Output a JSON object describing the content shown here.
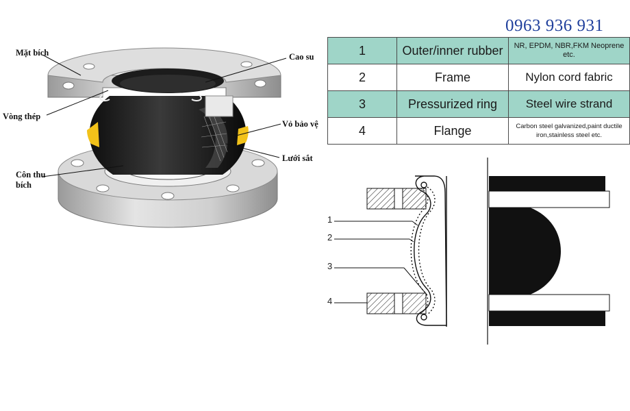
{
  "phone": "0963 936 931",
  "illustration": {
    "callouts": {
      "mat_bich": "Mặt bích",
      "cao_su": "Cao su",
      "vong_theo": "Vòng thép",
      "vo_bao_ve": "Vỏ bảo vệ",
      "luoi_sat": "Lưới sắt",
      "con_thu_bich": "Côn thu bích"
    }
  },
  "spec_table": {
    "rows": [
      {
        "no": "1",
        "component": "Outer/inner rubber",
        "material": "NR, EPDM, NBR,FKM Neoprene etc."
      },
      {
        "no": "2",
        "component": "Frame",
        "material": "Nylon cord fabric"
      },
      {
        "no": "3",
        "component": "Pressurized ring",
        "material": "Steel wire strand"
      },
      {
        "no": "4",
        "component": "Flange",
        "material": "Carbon steel galvanized,paint ductile iron,stainless steel etc."
      }
    ]
  },
  "section": {
    "labels": [
      "1",
      "2",
      "3",
      "4"
    ]
  },
  "colors": {
    "phone": "#1f3f9c",
    "table_teal": "#9fd5c8",
    "rubber": "#1a1a1a",
    "flange": "#c9c9c9",
    "band": "#f2c21a"
  }
}
